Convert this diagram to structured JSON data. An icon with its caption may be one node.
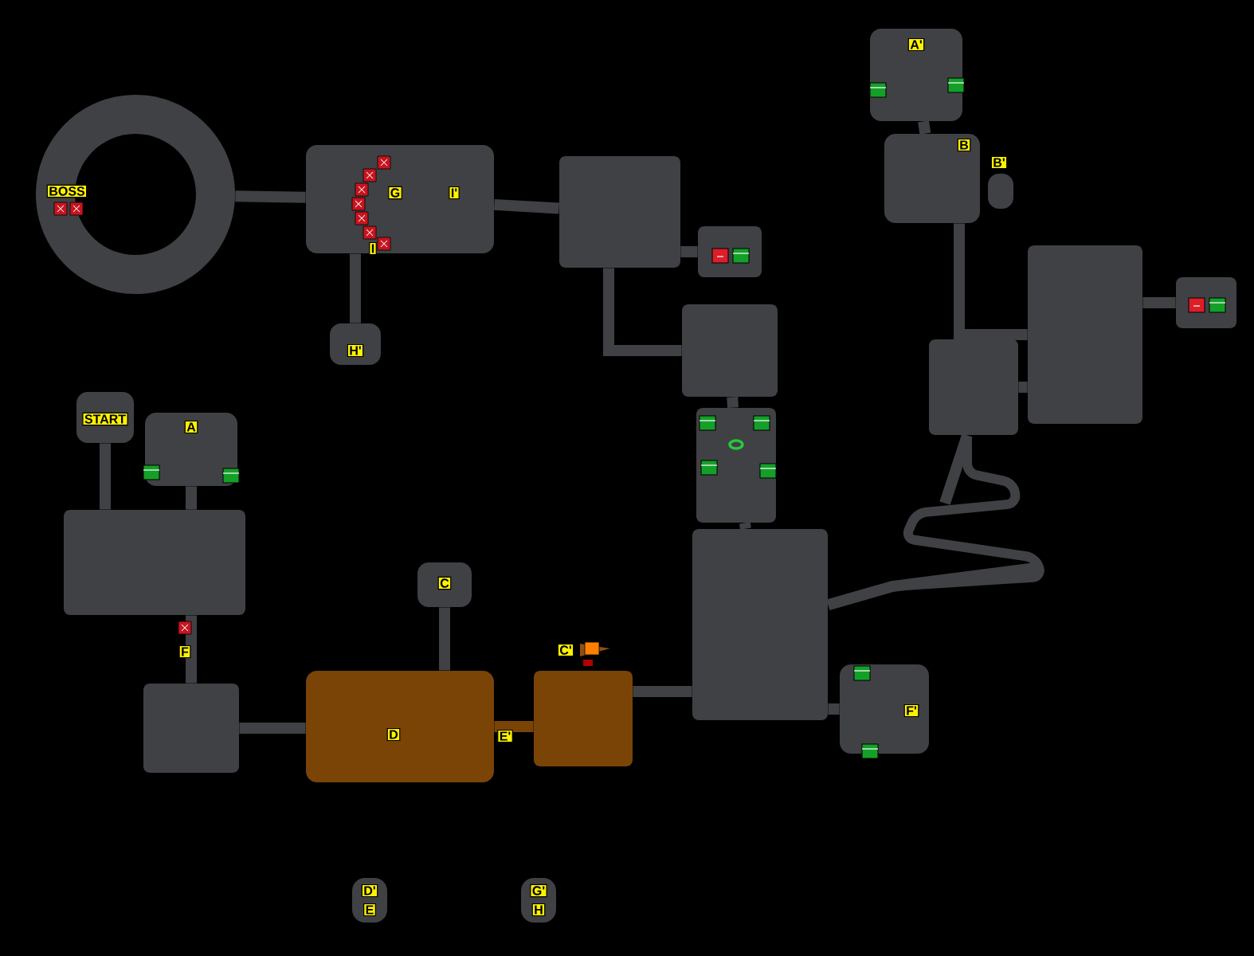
{
  "diagram": {
    "nodes": [
      {
        "text": [
          "BOSS"
        ]
      },
      {
        "text": [
          "G",
          "I'",
          "I"
        ]
      },
      {
        "text": [
          "H'"
        ]
      },
      {
        "text": [],
        "shape": "box"
      },
      {
        "text": [],
        "shape": "box"
      },
      {
        "text": [],
        "shape": "box"
      },
      {
        "text": [],
        "shape": "box"
      },
      {
        "text": [],
        "shape": "box"
      },
      {
        "text": [
          "F'"
        ]
      },
      {
        "text": [
          "A'"
        ]
      },
      {
        "text": [
          "B"
        ]
      },
      {
        "text": [
          "B'"
        ]
      },
      {
        "text": [],
        "shape": "box"
      },
      {
        "text": [],
        "shape": "box"
      },
      {
        "text": [],
        "shape": "box"
      },
      {
        "text": [],
        "shape": "box"
      },
      {
        "text": [
          "START"
        ]
      },
      {
        "text": [
          "A"
        ]
      },
      {
        "text": [],
        "shape": "box"
      },
      {
        "text": [],
        "shape": "box"
      },
      {
        "text": [
          "C"
        ]
      },
      {
        "text": [
          "D"
        ]
      },
      {
        "text": [],
        "shape": "box"
      },
      {
        "text": [
          "D'",
          "E"
        ]
      },
      {
        "text": [
          "G'",
          "H"
        ]
      }
    ],
    "edges": [
      {
        "from": 0,
        "to": 1,
        "arrow": "none"
      },
      {
        "from": 1,
        "to": 3,
        "arrow": "none"
      },
      {
        "from": 1,
        "to": 2,
        "arrow": "none"
      },
      {
        "from": 3,
        "to": 4,
        "arrow": "none"
      },
      {
        "from": 3,
        "to": 5,
        "arrow": "none"
      },
      {
        "from": 5,
        "to": 6,
        "arrow": "none"
      },
      {
        "from": 6,
        "to": 7,
        "arrow": "none"
      },
      {
        "from": 7,
        "to": 8,
        "arrow": "none"
      },
      {
        "from": 9,
        "to": 10,
        "arrow": "none"
      },
      {
        "from": 10,
        "to": 12,
        "arrow": "none"
      },
      {
        "from": 12,
        "to": 13,
        "arrow": "none"
      },
      {
        "from": 12,
        "to": 14,
        "arrow": "none"
      },
      {
        "from": 14,
        "to": 15,
        "arrow": "none"
      },
      {
        "from": 15,
        "to": 7,
        "arrow": "none"
      },
      {
        "from": 16,
        "to": 18,
        "arrow": "none"
      },
      {
        "from": 17,
        "to": 18,
        "arrow": "none"
      },
      {
        "from": 18,
        "to": 19,
        "label": "F",
        "arrow": "none"
      },
      {
        "from": 19,
        "to": 21,
        "arrow": "none"
      },
      {
        "from": 20,
        "to": 21,
        "arrow": "none"
      },
      {
        "from": 21,
        "to": 22,
        "label": "E'",
        "arrow": "none"
      },
      {
        "from": 22,
        "to": 7,
        "arrow": "none"
      }
    ],
    "labels": [
      "C'"
    ]
  }
}
